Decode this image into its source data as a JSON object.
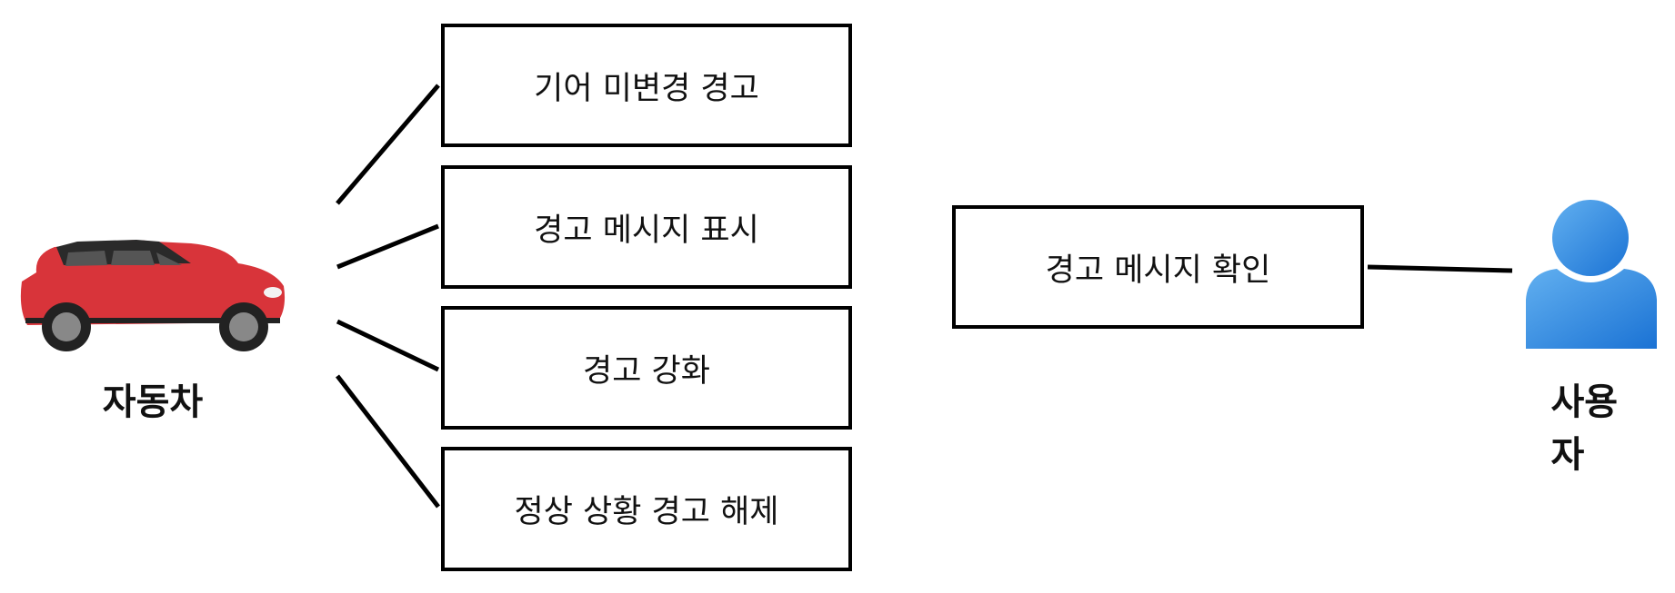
{
  "actors": {
    "car": "자동차",
    "user": "사용자"
  },
  "use_cases": [
    "기어 미변경 경고",
    "경고 메시지 표시",
    "경고 강화",
    "정상 상황 경고 해제"
  ],
  "user_case": "경고 메시지 확인"
}
